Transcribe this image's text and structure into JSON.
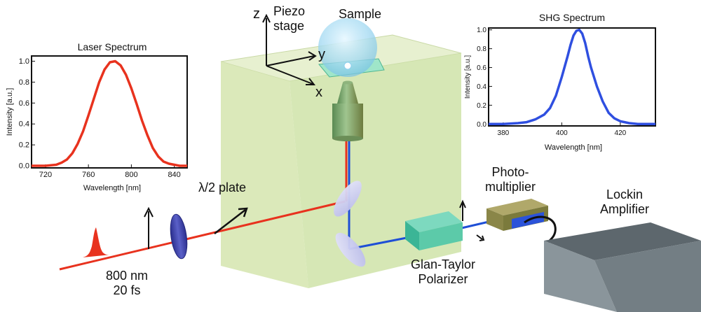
{
  "labels": {
    "pulse_wavelength": "800 nm",
    "pulse_duration": "20 fs",
    "half_wave_plate": "λ/2 plate",
    "piezo_stage_line1": "Piezo",
    "piezo_stage_line2": "stage",
    "sample": "Sample",
    "photomultiplier_line1": "Photo-",
    "photomultiplier_line2": "multiplier",
    "lockin_line1": "Lockin",
    "lockin_line2": "Amplifier",
    "polarizer_line1": "Glan-Taylor",
    "polarizer_line2": "Polarizer",
    "axis_z": "z",
    "axis_y": "y",
    "axis_x": "x"
  },
  "colors": {
    "laser_beam": "#e8321e",
    "shg_beam": "#1e4fd6",
    "laser_curve": "#e8321e",
    "shg_curve": "#2f4fe0",
    "box_face": "#d6e6b0",
    "lockin_box": "#6f7a80"
  },
  "chart_data": [
    {
      "type": "line",
      "title": "Laser Spectrum",
      "xlabel": "Wavelength [nm]",
      "ylabel": "Intensity [a.u.]",
      "xlim": [
        707,
        852
      ],
      "ylim": [
        -0.02,
        1.05
      ],
      "xticks": [
        720,
        760,
        800,
        840
      ],
      "yticks": [
        0.0,
        0.2,
        0.4,
        0.6,
        0.8,
        1.0
      ],
      "ytick_labels": [
        "0.0",
        "0.2",
        "0.4",
        "0.6",
        "0.8",
        "1.0"
      ],
      "series": [
        {
          "x": [
            707,
            715,
            720,
            725,
            730,
            735,
            740,
            745,
            750,
            755,
            760,
            765,
            770,
            775,
            780,
            785,
            790,
            795,
            800,
            805,
            810,
            815,
            820,
            825,
            830,
            835,
            840,
            845,
            852
          ],
          "y": [
            0.0,
            0.0,
            0.0,
            0.005,
            0.01,
            0.03,
            0.06,
            0.12,
            0.21,
            0.33,
            0.48,
            0.64,
            0.8,
            0.92,
            0.99,
            1.0,
            0.96,
            0.87,
            0.74,
            0.59,
            0.43,
            0.29,
            0.17,
            0.09,
            0.04,
            0.02,
            0.01,
            0.0,
            0.0
          ]
        }
      ]
    },
    {
      "type": "line",
      "title": "SHG Spectrum",
      "xlabel": "Wavelength [nm]",
      "ylabel": "Intensity [a.u.]",
      "xlim": [
        375,
        432
      ],
      "ylim": [
        -0.02,
        1.02
      ],
      "xticks": [
        380,
        400,
        420
      ],
      "yticks": [
        0.0,
        0.2,
        0.4,
        0.6,
        0.8,
        1.0
      ],
      "ytick_labels": [
        "0.0",
        "0.2",
        "0.4",
        "0.6",
        "0.8",
        "1.0"
      ],
      "series": [
        {
          "x": [
            375,
            380,
            385,
            388,
            391,
            394,
            396,
            398,
            400,
            402,
            403,
            404,
            405,
            406,
            407,
            408,
            409,
            410,
            412,
            414,
            416,
            418,
            420,
            423,
            426,
            432
          ],
          "y": [
            0.0,
            0.0,
            0.01,
            0.02,
            0.05,
            0.1,
            0.17,
            0.3,
            0.5,
            0.72,
            0.84,
            0.94,
            0.99,
            1.0,
            0.96,
            0.86,
            0.72,
            0.6,
            0.4,
            0.24,
            0.12,
            0.06,
            0.03,
            0.01,
            0.0,
            0.0
          ]
        }
      ]
    }
  ]
}
